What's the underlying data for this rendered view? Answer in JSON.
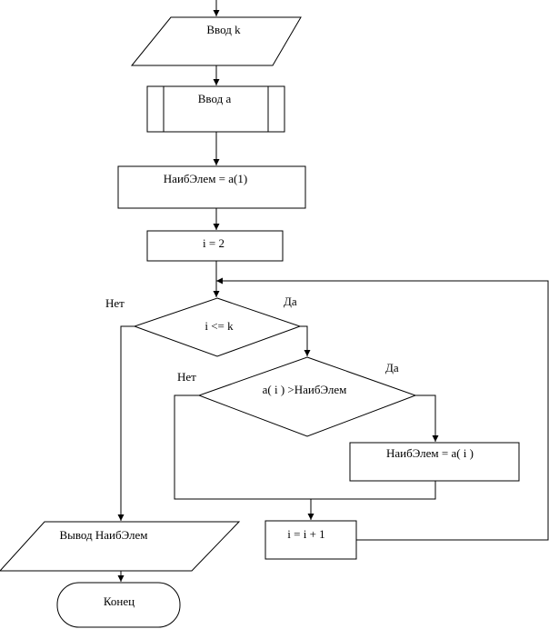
{
  "nodes": {
    "input_k": "Ввод k",
    "input_a": "Ввод a",
    "init_max": "НаибЭлем = a(1)",
    "init_i": "i = 2",
    "cond_loop": "i <= k",
    "cond_compare": "a( i ) >НаибЭлем",
    "assign_max": "НаибЭлем = a( i )",
    "increment": "i = i + 1",
    "output_max": "Вывод НаибЭлем",
    "end": "Конец"
  },
  "branches": {
    "loop_no": "Нет",
    "loop_yes": "Да",
    "compare_no": "Нет",
    "compare_yes": "Да"
  }
}
